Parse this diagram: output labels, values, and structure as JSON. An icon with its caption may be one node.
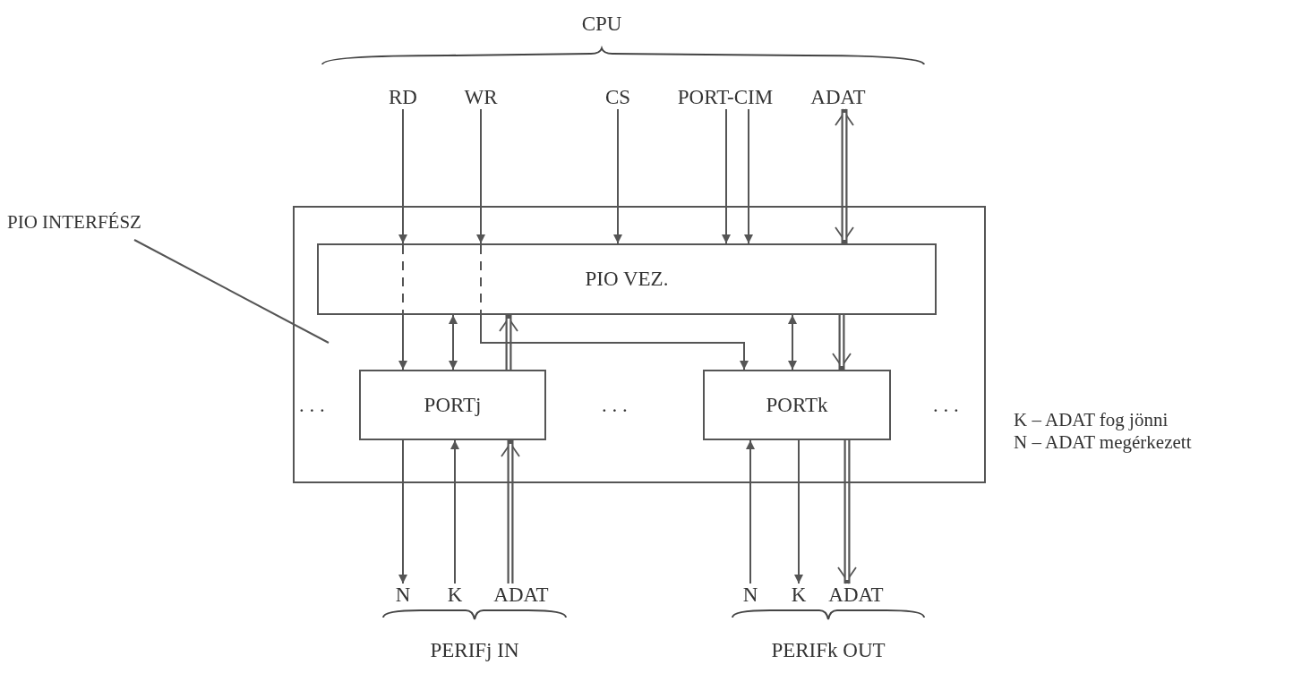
{
  "diagram": {
    "nodes": [
      {
        "text": [
          "PIO INTERFÉSZ"
        ]
      },
      {
        "text": [
          "RD"
        ]
      },
      {
        "text": [
          "WR"
        ]
      },
      {
        "text": [
          "CS"
        ]
      },
      {
        "text": [
          "PORT-CIM"
        ]
      },
      {
        "text": [
          "ADAT"
        ]
      },
      {
        "text": [],
        "shape": "box"
      },
      {
        "text": [
          "PIO VEZ."
        ],
        "in": 6
      },
      {
        "text": [
          "PORTj"
        ],
        "in": 6
      },
      {
        "text": [
          "PORTk"
        ],
        "in": 6
      },
      {
        "text": [
          "N"
        ]
      },
      {
        "text": [
          "K"
        ]
      },
      {
        "text": [
          "ADAT"
        ]
      },
      {
        "text": [
          "N"
        ]
      },
      {
        "text": [
          "K"
        ]
      },
      {
        "text": [
          "ADAT"
        ]
      }
    ],
    "edges": [
      {
        "from": 0,
        "to": 6,
        "arrow": "none"
      },
      {
        "from": 1,
        "to": 7,
        "arrow": "to"
      },
      {
        "from": 2,
        "to": 7,
        "arrow": "to"
      },
      {
        "from": 3,
        "to": 7,
        "arrow": "to"
      },
      {
        "from": 4,
        "to": 7,
        "arrow": "to"
      },
      {
        "from": 4,
        "to": 7,
        "arrow": "to"
      },
      {
        "from": 5,
        "to": 7,
        "arrow": "both",
        "style": "thick"
      },
      {
        "from": 7,
        "to": 8,
        "arrow": "to"
      },
      {
        "from": 7,
        "to": 8,
        "arrow": "both"
      },
      {
        "from": 8,
        "to": 7,
        "arrow": "to",
        "style": "thick"
      },
      {
        "from": 7,
        "to": 9,
        "arrow": "to"
      },
      {
        "from": 7,
        "to": 9,
        "arrow": "both"
      },
      {
        "from": 7,
        "to": 9,
        "arrow": "to",
        "style": "thick"
      },
      {
        "from": 8,
        "to": 10,
        "arrow": "to"
      },
      {
        "from": 11,
        "to": 8,
        "arrow": "to"
      },
      {
        "from": 12,
        "to": 8,
        "arrow": "to",
        "style": "thick"
      },
      {
        "from": 13,
        "to": 9,
        "arrow": "to"
      },
      {
        "from": 9,
        "to": 14,
        "arrow": "to"
      },
      {
        "from": 9,
        "to": 15,
        "arrow": "to",
        "style": "thick"
      }
    ],
    "labels": [
      "CPU",
      ". . .",
      ". . .",
      ". . .",
      "K – ADAT fog jönni",
      "N – ADAT megérkezett",
      "PERIFj IN",
      "PERIFk OUT"
    ]
  }
}
